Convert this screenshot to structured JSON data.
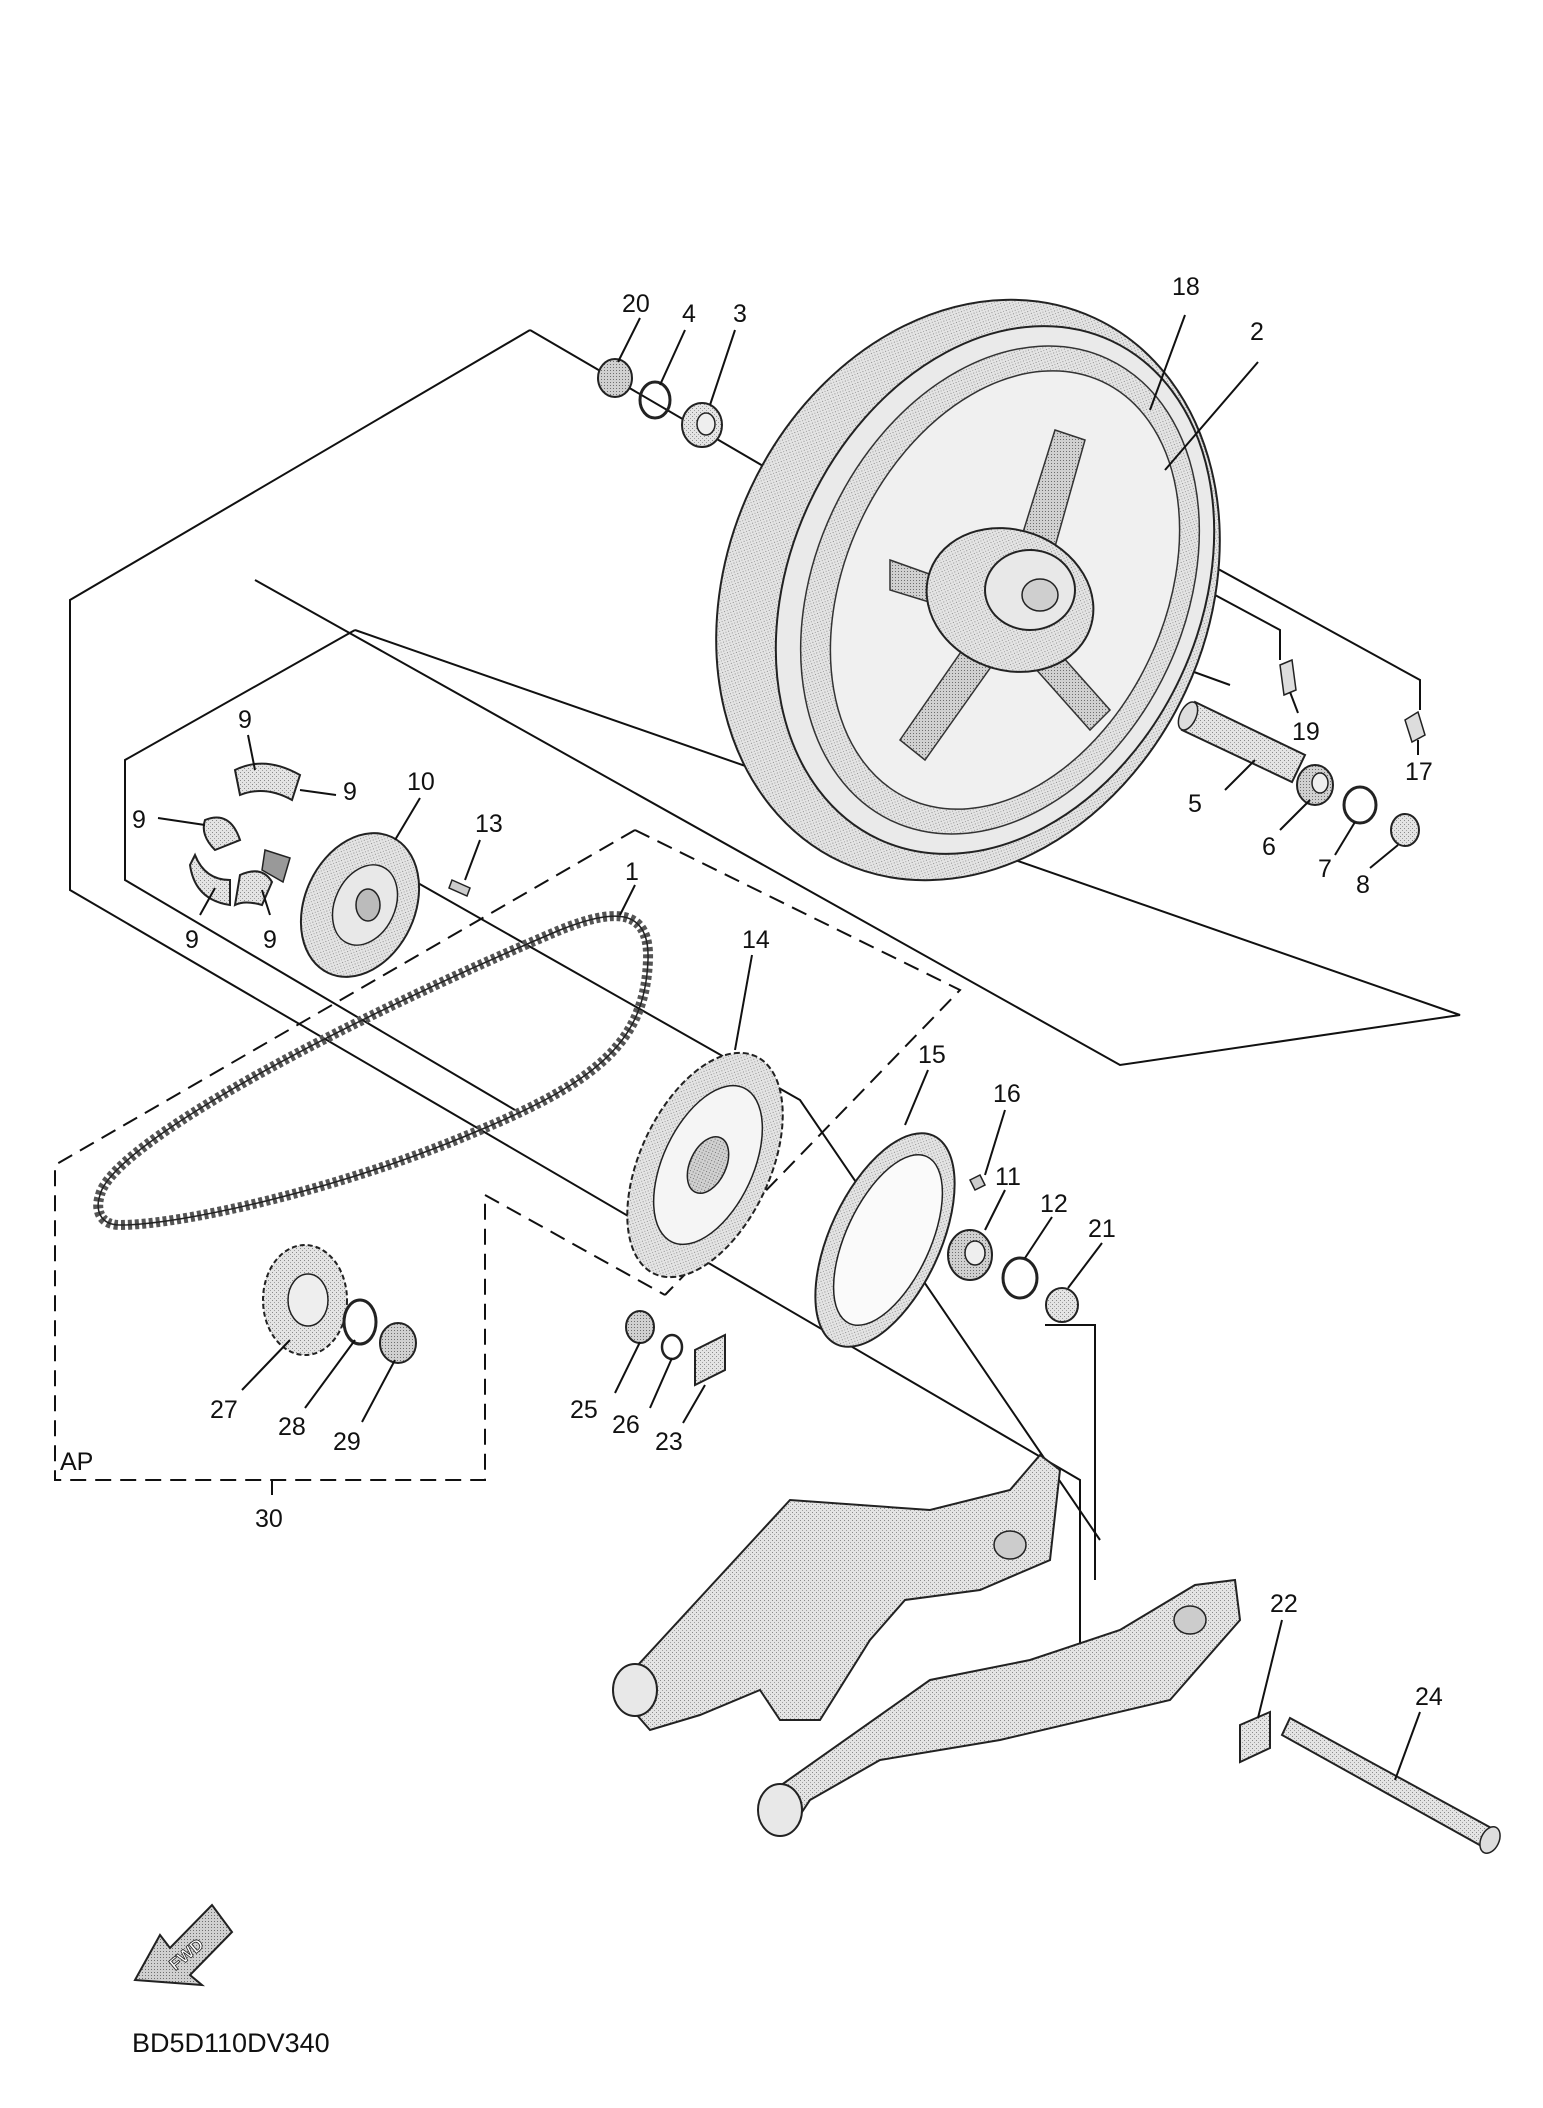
{
  "diagram": {
    "code": "BD5D110DV340",
    "fwd_label": "FWD",
    "assembly_label": "AP",
    "callouts": [
      {
        "id": "c1",
        "text": "1"
      },
      {
        "id": "c2",
        "text": "2"
      },
      {
        "id": "c3",
        "text": "3"
      },
      {
        "id": "c4",
        "text": "4"
      },
      {
        "id": "c5",
        "text": "5"
      },
      {
        "id": "c6",
        "text": "6"
      },
      {
        "id": "c7",
        "text": "7"
      },
      {
        "id": "c8",
        "text": "8"
      },
      {
        "id": "c9a",
        "text": "9"
      },
      {
        "id": "c9b",
        "text": "9"
      },
      {
        "id": "c9c",
        "text": "9"
      },
      {
        "id": "c9d",
        "text": "9"
      },
      {
        "id": "c9e",
        "text": "9"
      },
      {
        "id": "c10",
        "text": "10"
      },
      {
        "id": "c11",
        "text": "11"
      },
      {
        "id": "c12",
        "text": "12"
      },
      {
        "id": "c13",
        "text": "13"
      },
      {
        "id": "c14",
        "text": "14"
      },
      {
        "id": "c15",
        "text": "15"
      },
      {
        "id": "c16",
        "text": "16"
      },
      {
        "id": "c17",
        "text": "17"
      },
      {
        "id": "c18",
        "text": "18"
      },
      {
        "id": "c19",
        "text": "19"
      },
      {
        "id": "c20",
        "text": "20"
      },
      {
        "id": "c21",
        "text": "21"
      },
      {
        "id": "c22",
        "text": "22"
      },
      {
        "id": "c23",
        "text": "23"
      },
      {
        "id": "c24",
        "text": "24"
      },
      {
        "id": "c25",
        "text": "25"
      },
      {
        "id": "c26",
        "text": "26"
      },
      {
        "id": "c27",
        "text": "27"
      },
      {
        "id": "c28",
        "text": "28"
      },
      {
        "id": "c29",
        "text": "29"
      },
      {
        "id": "c30",
        "text": "30"
      }
    ]
  }
}
